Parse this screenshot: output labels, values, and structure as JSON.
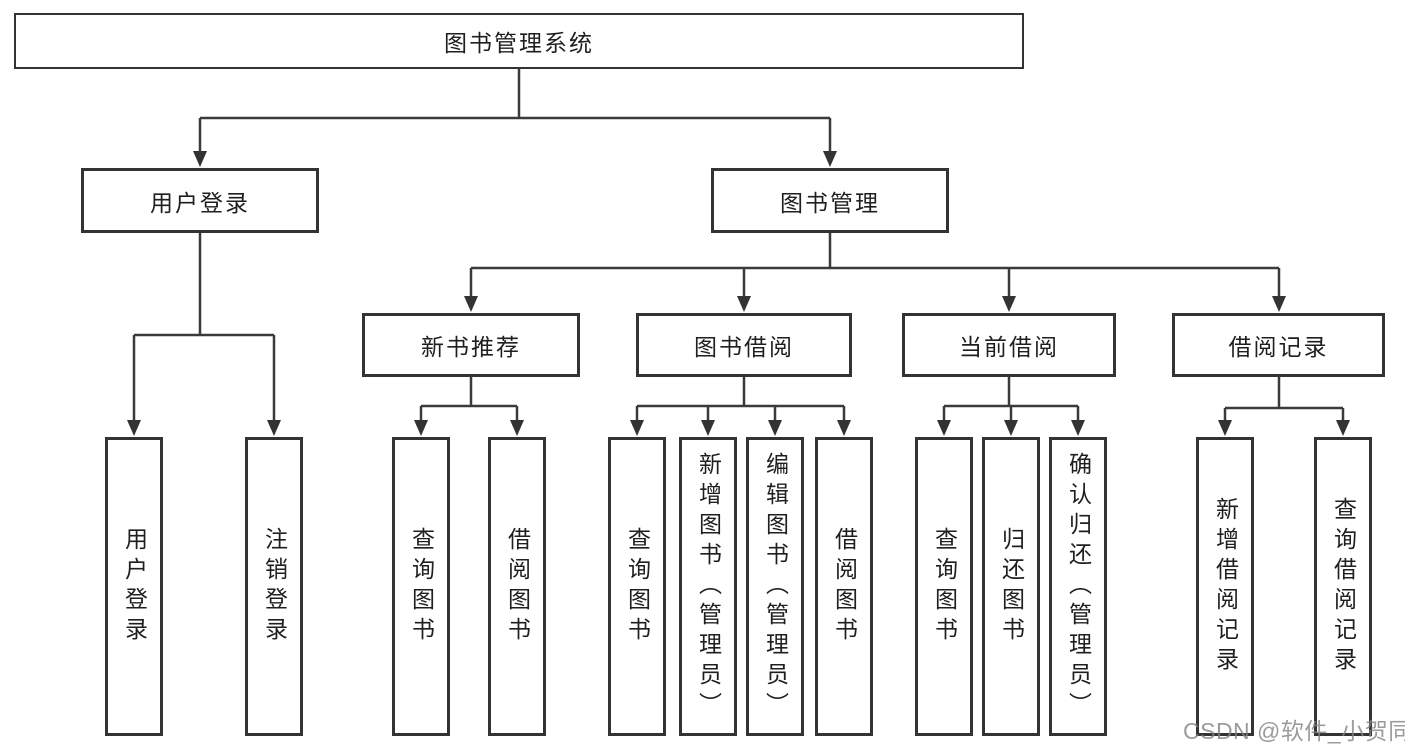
{
  "tree": {
    "root": {
      "label": "图书管理系统"
    },
    "children": [
      {
        "label": "用户登录",
        "children": [
          {
            "label": "用户登录"
          },
          {
            "label": "注销登录"
          }
        ]
      },
      {
        "label": "图书管理",
        "children": [
          {
            "label": "新书推荐",
            "children": [
              {
                "label": "查询图书"
              },
              {
                "label": "借阅图书"
              }
            ]
          },
          {
            "label": "图书借阅",
            "children": [
              {
                "label": "查询图书"
              },
              {
                "label": "新增图书（管理员）"
              },
              {
                "label": "编辑图书（管理员）"
              },
              {
                "label": "借阅图书"
              }
            ]
          },
          {
            "label": "当前借阅",
            "children": [
              {
                "label": "查询图书"
              },
              {
                "label": "归还图书"
              },
              {
                "label": "确认归还（管理员）"
              }
            ]
          },
          {
            "label": "借阅记录",
            "children": [
              {
                "label": "新增借阅记录"
              },
              {
                "label": "查询借阅记录"
              }
            ]
          }
        ]
      }
    ]
  },
  "watermark": {
    "text": "CSDN @软件_小贺同学"
  },
  "style_colors": {
    "line": "#333333",
    "background": "#ffffff"
  }
}
